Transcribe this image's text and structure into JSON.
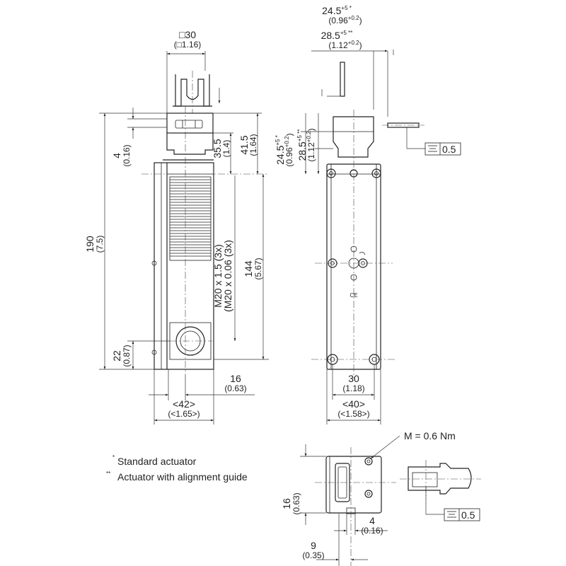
{
  "dimensions": {
    "square_30": "□30",
    "square_30_in": "(□1.16)",
    "d24_5": "24.5",
    "d24_5_sup": "+5 *",
    "d24_5_in": "(0.96",
    "d24_5_in_sup": "+0.2",
    "d28_5": "28.5",
    "d28_5_sup": "+5 **",
    "d28_5_in": "(1.12",
    "d28_5_in_sup": "+0.2",
    "close_paren": ")",
    "flat_05": "0.5",
    "d190": "190",
    "d190_in": "(7.5)",
    "d4": "4",
    "d4_in": "(0.16)",
    "d35_5": "35.5",
    "d35_5_in": "(1.4)",
    "d41_5": "41.5",
    "d41_5_in": "(1.64)",
    "thread": "M20 x 1.5 (3x)",
    "thread_in": "(M20 x 0.06 (3x)",
    "d144": "144",
    "d144_in": "(5.67)",
    "d22": "22",
    "d22_in": "(0.87)",
    "d16": "16",
    "d16_in": "(0.63)",
    "d42": "<42>",
    "d42_in": "(<1.65>)",
    "d30": "30",
    "d30_in": "(1.18)",
    "d40": "<40>",
    "d40_in": "(<1.58>)",
    "torque": "M = 0.6 Nm",
    "d9": "9",
    "d9_in": "(0.35)"
  },
  "legend": {
    "standard_mark": "*",
    "standard": "Standard actuator",
    "guide_mark": "**",
    "guide": "Actuator with alignment guide"
  },
  "marks": {
    "ce": "CE"
  }
}
